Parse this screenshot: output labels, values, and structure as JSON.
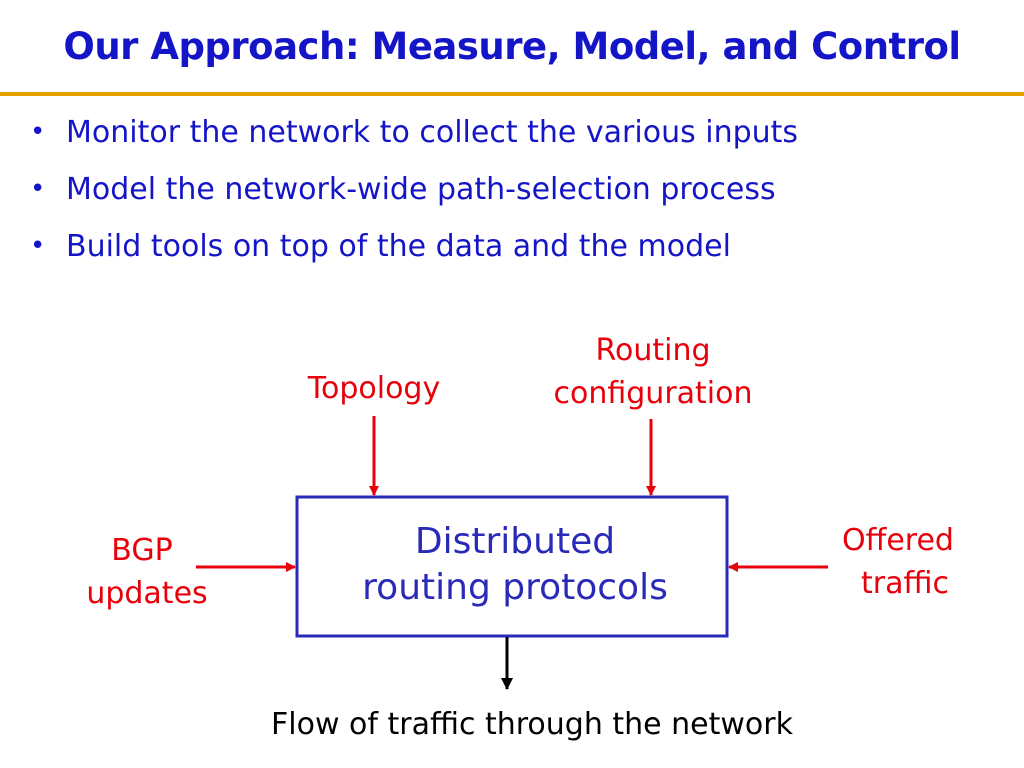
{
  "slide": {
    "title": "Our Approach: Measure, Model, and Control",
    "bullets": [
      "Monitor the network to collect the various inputs",
      "Model the network-wide path-selection process",
      "Build tools on top of the data and the model"
    ]
  },
  "diagram": {
    "inputs": {
      "topology": "Topology",
      "routing_line1": "Routing",
      "routing_line2": "configuration",
      "bgp_line1": "BGP",
      "bgp_line2": "updates",
      "offered_line1": "Offered",
      "offered_line2": "traffic"
    },
    "box_line1": "Distributed",
    "box_line2": "routing protocols",
    "output": "Flow of traffic through the network"
  },
  "colors": {
    "title": "#1515c8",
    "rule": "#e8a000",
    "input_labels": "#e8000b",
    "box": "#2a2ab8"
  }
}
